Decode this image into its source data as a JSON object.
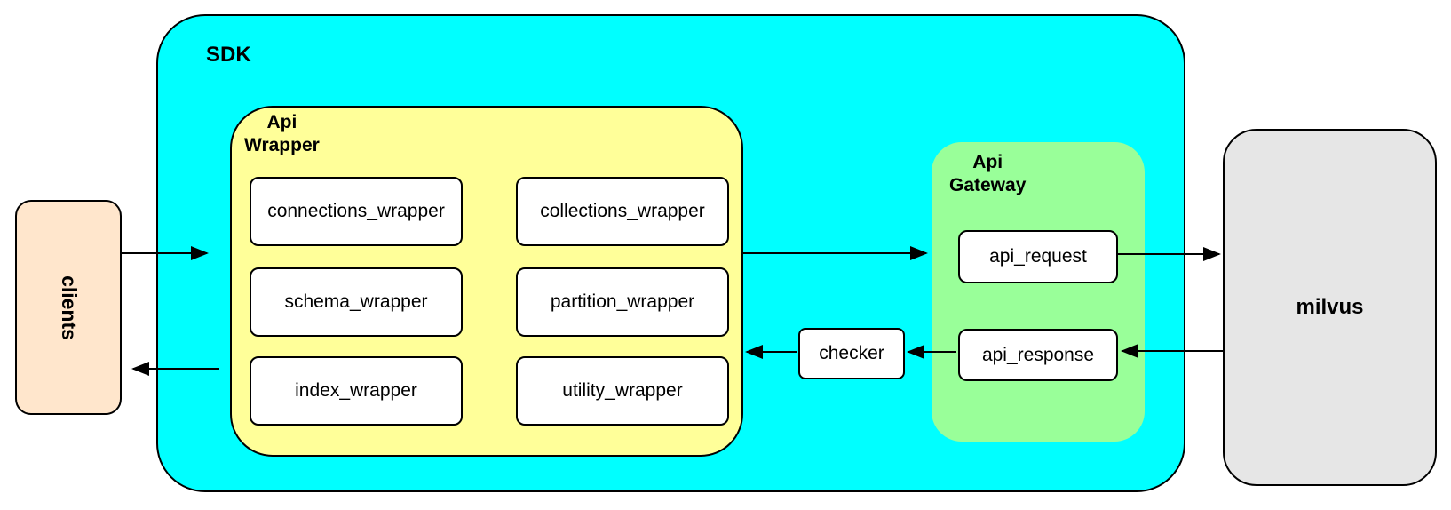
{
  "diagram": {
    "clients": {
      "label": "clients",
      "fill": "#FFE6CC"
    },
    "sdk": {
      "label": "SDK",
      "fill": "#00FFFF"
    },
    "api_wrapper": {
      "label": [
        "Api",
        "Wrapper"
      ],
      "fill": "#FFFF99",
      "boxes": [
        {
          "label": "connections_wrapper"
        },
        {
          "label": "collections_wrapper"
        },
        {
          "label": "schema_wrapper"
        },
        {
          "label": "partition_wrapper"
        },
        {
          "label": "index_wrapper"
        },
        {
          "label": "utility_wrapper"
        }
      ]
    },
    "checker": {
      "label": "checker"
    },
    "api_gateway": {
      "label": [
        "Api",
        "Gateway"
      ],
      "fill": "#99FF99",
      "boxes": [
        {
          "label": "api_request"
        },
        {
          "label": "api_response"
        }
      ]
    },
    "milvus": {
      "label": "milvus",
      "fill": "#E6E6E6"
    },
    "edges": [
      {
        "from": "clients",
        "to": "sdk"
      },
      {
        "from": "sdk",
        "to": "clients"
      },
      {
        "from": "api_wrapper",
        "to": "api_gateway"
      },
      {
        "from": "api_request",
        "to": "milvus"
      },
      {
        "from": "milvus",
        "to": "api_response"
      },
      {
        "from": "api_response",
        "to": "checker"
      },
      {
        "from": "checker",
        "to": "api_wrapper"
      }
    ]
  }
}
